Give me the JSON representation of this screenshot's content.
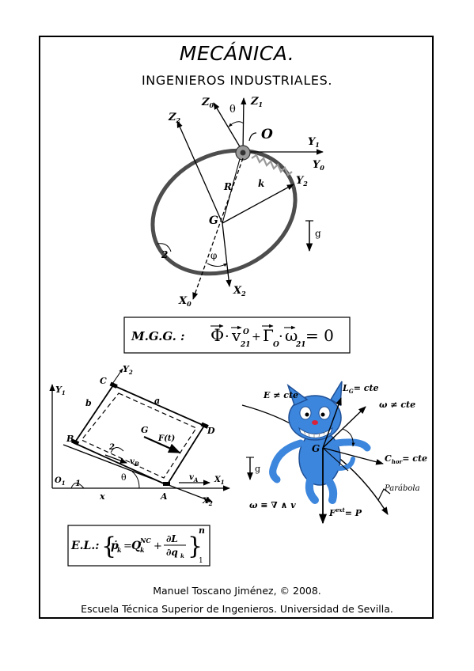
{
  "document": {
    "title": "MECÁNICA.",
    "subtitle": "INGENIEROS INDUSTRIALES.",
    "author_line": "Manuel Toscano Jiménez, © 2008.",
    "institution_line": "Escuela Técnica Superior de Ingenieros. Universidad de Sevilla."
  },
  "ring_figure": {
    "labels": {
      "z0": "Z",
      "z0_sub": "0",
      "z1": "Z",
      "z1_sub": "1",
      "z2": "Z",
      "z2_sub": "2",
      "theta": "θ",
      "o": "O",
      "y1": "Y",
      "y1_sub": "1",
      "y0": "Y",
      "y0_sub": "0",
      "y2": "Y",
      "y2_sub": "2",
      "r": "R",
      "k": "k",
      "g": "G",
      "phi": "φ",
      "body2": "2",
      "x0": "X",
      "x0_sub": "0",
      "x2": "X",
      "x2_sub": "2",
      "gravity": "g"
    },
    "mgg_equation": {
      "prefix": "M.G.G. :",
      "phi": "Φ",
      "dot1": "·",
      "v": "v",
      "v_sub": "21",
      "v_sup": "O",
      "plus": "+",
      "gamma": "Γ",
      "gamma_sub": "O",
      "dot2": "·",
      "omega": "ω",
      "omega_sub": "21",
      "rhs": "= 0"
    }
  },
  "plate_figure": {
    "labels": {
      "y1": "Y",
      "y1_sub": "1",
      "y2": "Y",
      "y2_sub": "2",
      "c": "C",
      "b": "b",
      "a": "a",
      "d": "D",
      "b_vertex": "B",
      "g": "G",
      "force": "F(t)",
      "vb": "v",
      "vb_sub": "B",
      "body2": "2",
      "o1": "O",
      "o1_sub": "1",
      "body1": "1",
      "theta": "θ",
      "x": "x",
      "a_vertex": "A",
      "va": "v",
      "va_sub": "A",
      "x1": "X",
      "x1_sub": "1",
      "x2": "X",
      "x2_sub": "2"
    },
    "lagrange_equation": {
      "prefix": "E.L.:",
      "lhs": "ṗ",
      "lhs_sub": "k",
      "eq": "=",
      "q": "Q",
      "q_sub": "k",
      "q_sup": "NC",
      "plus": "+",
      "num": "∂L",
      "den": "∂q",
      "den_sub": "k",
      "n": "n",
      "one": "1"
    }
  },
  "cat_figure": {
    "labels": {
      "energy": "E ≠ cte",
      "lg": "L",
      "lg_sub": "G",
      "lg_rhs": "= cte",
      "omega_ne": "ω ≠ cte",
      "g": "G",
      "chor": "C",
      "chor_sub": "hor",
      "chor_rhs": "= cte",
      "gravity": "g",
      "parabola": "Parábola",
      "omega_curl": "ω ≡ ∇ ∧ v",
      "fext": "F",
      "fext_sup": "ext",
      "fext_rhs": "= P"
    }
  },
  "colors": {
    "ink": "#000000",
    "ring": "#4d4d4d",
    "cat_body": "#3c86dd",
    "cat_dark": "#1f4f95",
    "cat_teeth": "#ffffff",
    "cat_nose": "#d8233a",
    "hub": "#9a9a9a",
    "spring": "#bdbdbd"
  }
}
